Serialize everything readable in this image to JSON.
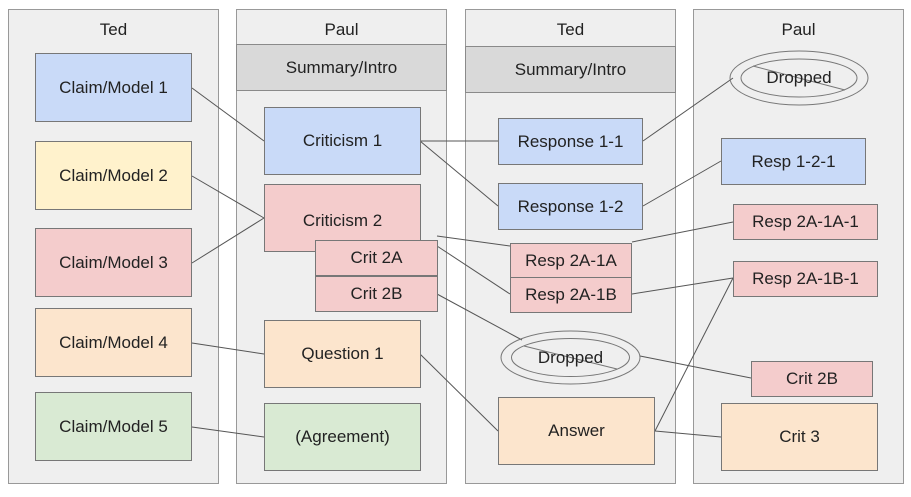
{
  "columns": {
    "col1": {
      "title": "Ted"
    },
    "col2": {
      "title": "Paul"
    },
    "col3": {
      "title": "Ted"
    },
    "col4": {
      "title": "Paul"
    }
  },
  "col1": {
    "claim1": "Claim/Model 1",
    "claim2": "Claim/Model 2",
    "claim3": "Claim/Model 3",
    "claim4": "Claim/Model 4",
    "claim5": "Claim/Model 5"
  },
  "col2": {
    "summary": "Summary/Intro",
    "criticism1": "Criticism 1",
    "criticism2": "Criticism 2",
    "crit2a": "Crit 2A",
    "crit2b": "Crit 2B",
    "question1": "Question 1",
    "agreement": "(Agreement)"
  },
  "col3": {
    "summary": "Summary/Intro",
    "response11": "Response 1-1",
    "response12": "Response 1-2",
    "resp2a1a": "Resp 2A-1A",
    "resp2a1b": "Resp 2A-1B",
    "dropped": "Dropped",
    "answer": "Answer"
  },
  "col4": {
    "dropped": "Dropped",
    "resp121": "Resp 1-2-1",
    "resp2a1a1": "Resp 2A-1A-1",
    "resp2a1b1": "Resp 2A-1B-1",
    "crit2b": "Crit 2B",
    "crit3": "Crit 3"
  },
  "colors": {
    "blue": "#c9daf8",
    "yellow": "#fff2cc",
    "red": "#f4cccc",
    "orange": "#fce5cd",
    "green": "#d9ead3",
    "gray": "#d9d9d9",
    "column": "#efefef"
  }
}
